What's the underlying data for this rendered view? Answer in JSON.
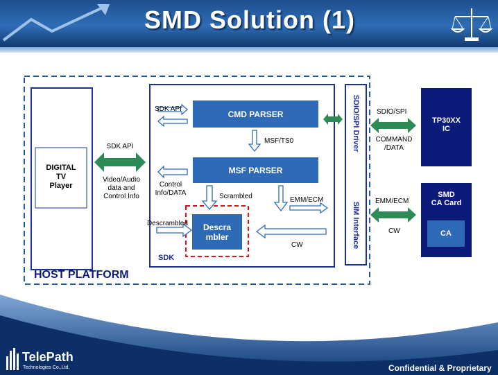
{
  "header": {
    "title": "SMD Solution (1)"
  },
  "diagram": {
    "host_platform": "HOST PLATFORM",
    "digital_tv_player": [
      "DIGITAL",
      "TV",
      "Player"
    ],
    "sdk_api_left": "SDK API",
    "video_audio": [
      "Video/Audio",
      "data and",
      "Control Info"
    ],
    "sdk_label": "SDK",
    "sdk_api_inner": "SDK API",
    "cmd_parser": "CMD PARSER",
    "msf_ts0": "MSF/TS0",
    "msf_parser": "MSF PARSER",
    "control_info": [
      "Control",
      "Info/DATA"
    ],
    "scrambled": "Scrambled",
    "emm_ecm_inner": "EMM/ECM",
    "descrambled": "Descrambled",
    "descrambler": [
      "Descra",
      "mbler"
    ],
    "cw_inner": "CW",
    "sdio_spi_driver": "SDIO/SPI Driver",
    "sim_interface": "SIM Interface",
    "sdio_spi": "SDIO/SPI",
    "command_data": [
      "COMMAND",
      "/DATA"
    ],
    "emm_ecm_right": "EMM/ECM",
    "cw_right": "CW",
    "tp30xx": [
      "TP30XX",
      "IC"
    ],
    "smd_ca_card": [
      "SMD",
      "CA  Card"
    ],
    "ca": "CA"
  },
  "footer": {
    "company": "TelePath",
    "company_sub": "Technologies Co.,Ltd.",
    "confidential": "Confidential & Proprietary"
  },
  "colors": {
    "accent_blue": "#2f6ab6",
    "navy": "#0c1a7a",
    "arrow_green": "#2e8b57",
    "dashed_red": "#e01010"
  }
}
